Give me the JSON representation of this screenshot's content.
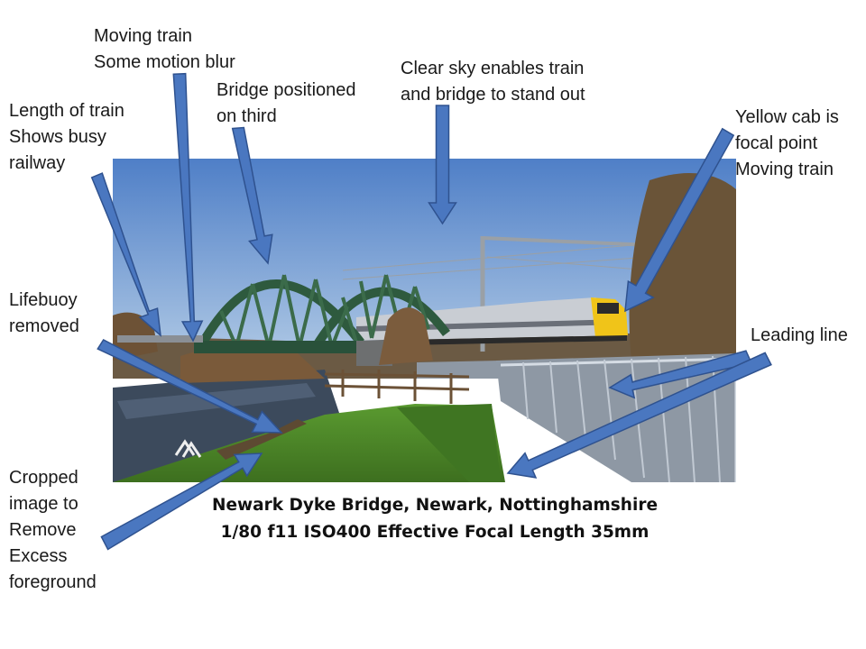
{
  "annotations": {
    "moving_train": "Moving train\nSome motion blur",
    "bridge_third": "Bridge positioned\non third",
    "clear_sky": "Clear sky enables train\nand bridge to stand out",
    "length_train": "Length of train\nShows busy\nrailway",
    "yellow_cab": "Yellow cab is\nfocal point\nMoving train",
    "lifebuoy": "Lifebuoy\nremoved",
    "leading_line": "Leading line",
    "cropped": "Cropped\nimage to\nRemove\nExcess\nforeground"
  },
  "caption": {
    "line1": "Newark Dyke Bridge, Newark, Nottinghamshire",
    "line2": "1/80 f11 ISO400 Effective Focal Length 35mm"
  },
  "colors": {
    "arrow_fill": "#4a77c0",
    "arrow_stroke": "#2f528f",
    "sky": "#6e9ad6",
    "bridge": "#2e5a3e",
    "grass": "#4f8a2a",
    "train_body": "#c9cdd3",
    "train_cab": "#f0c419"
  }
}
